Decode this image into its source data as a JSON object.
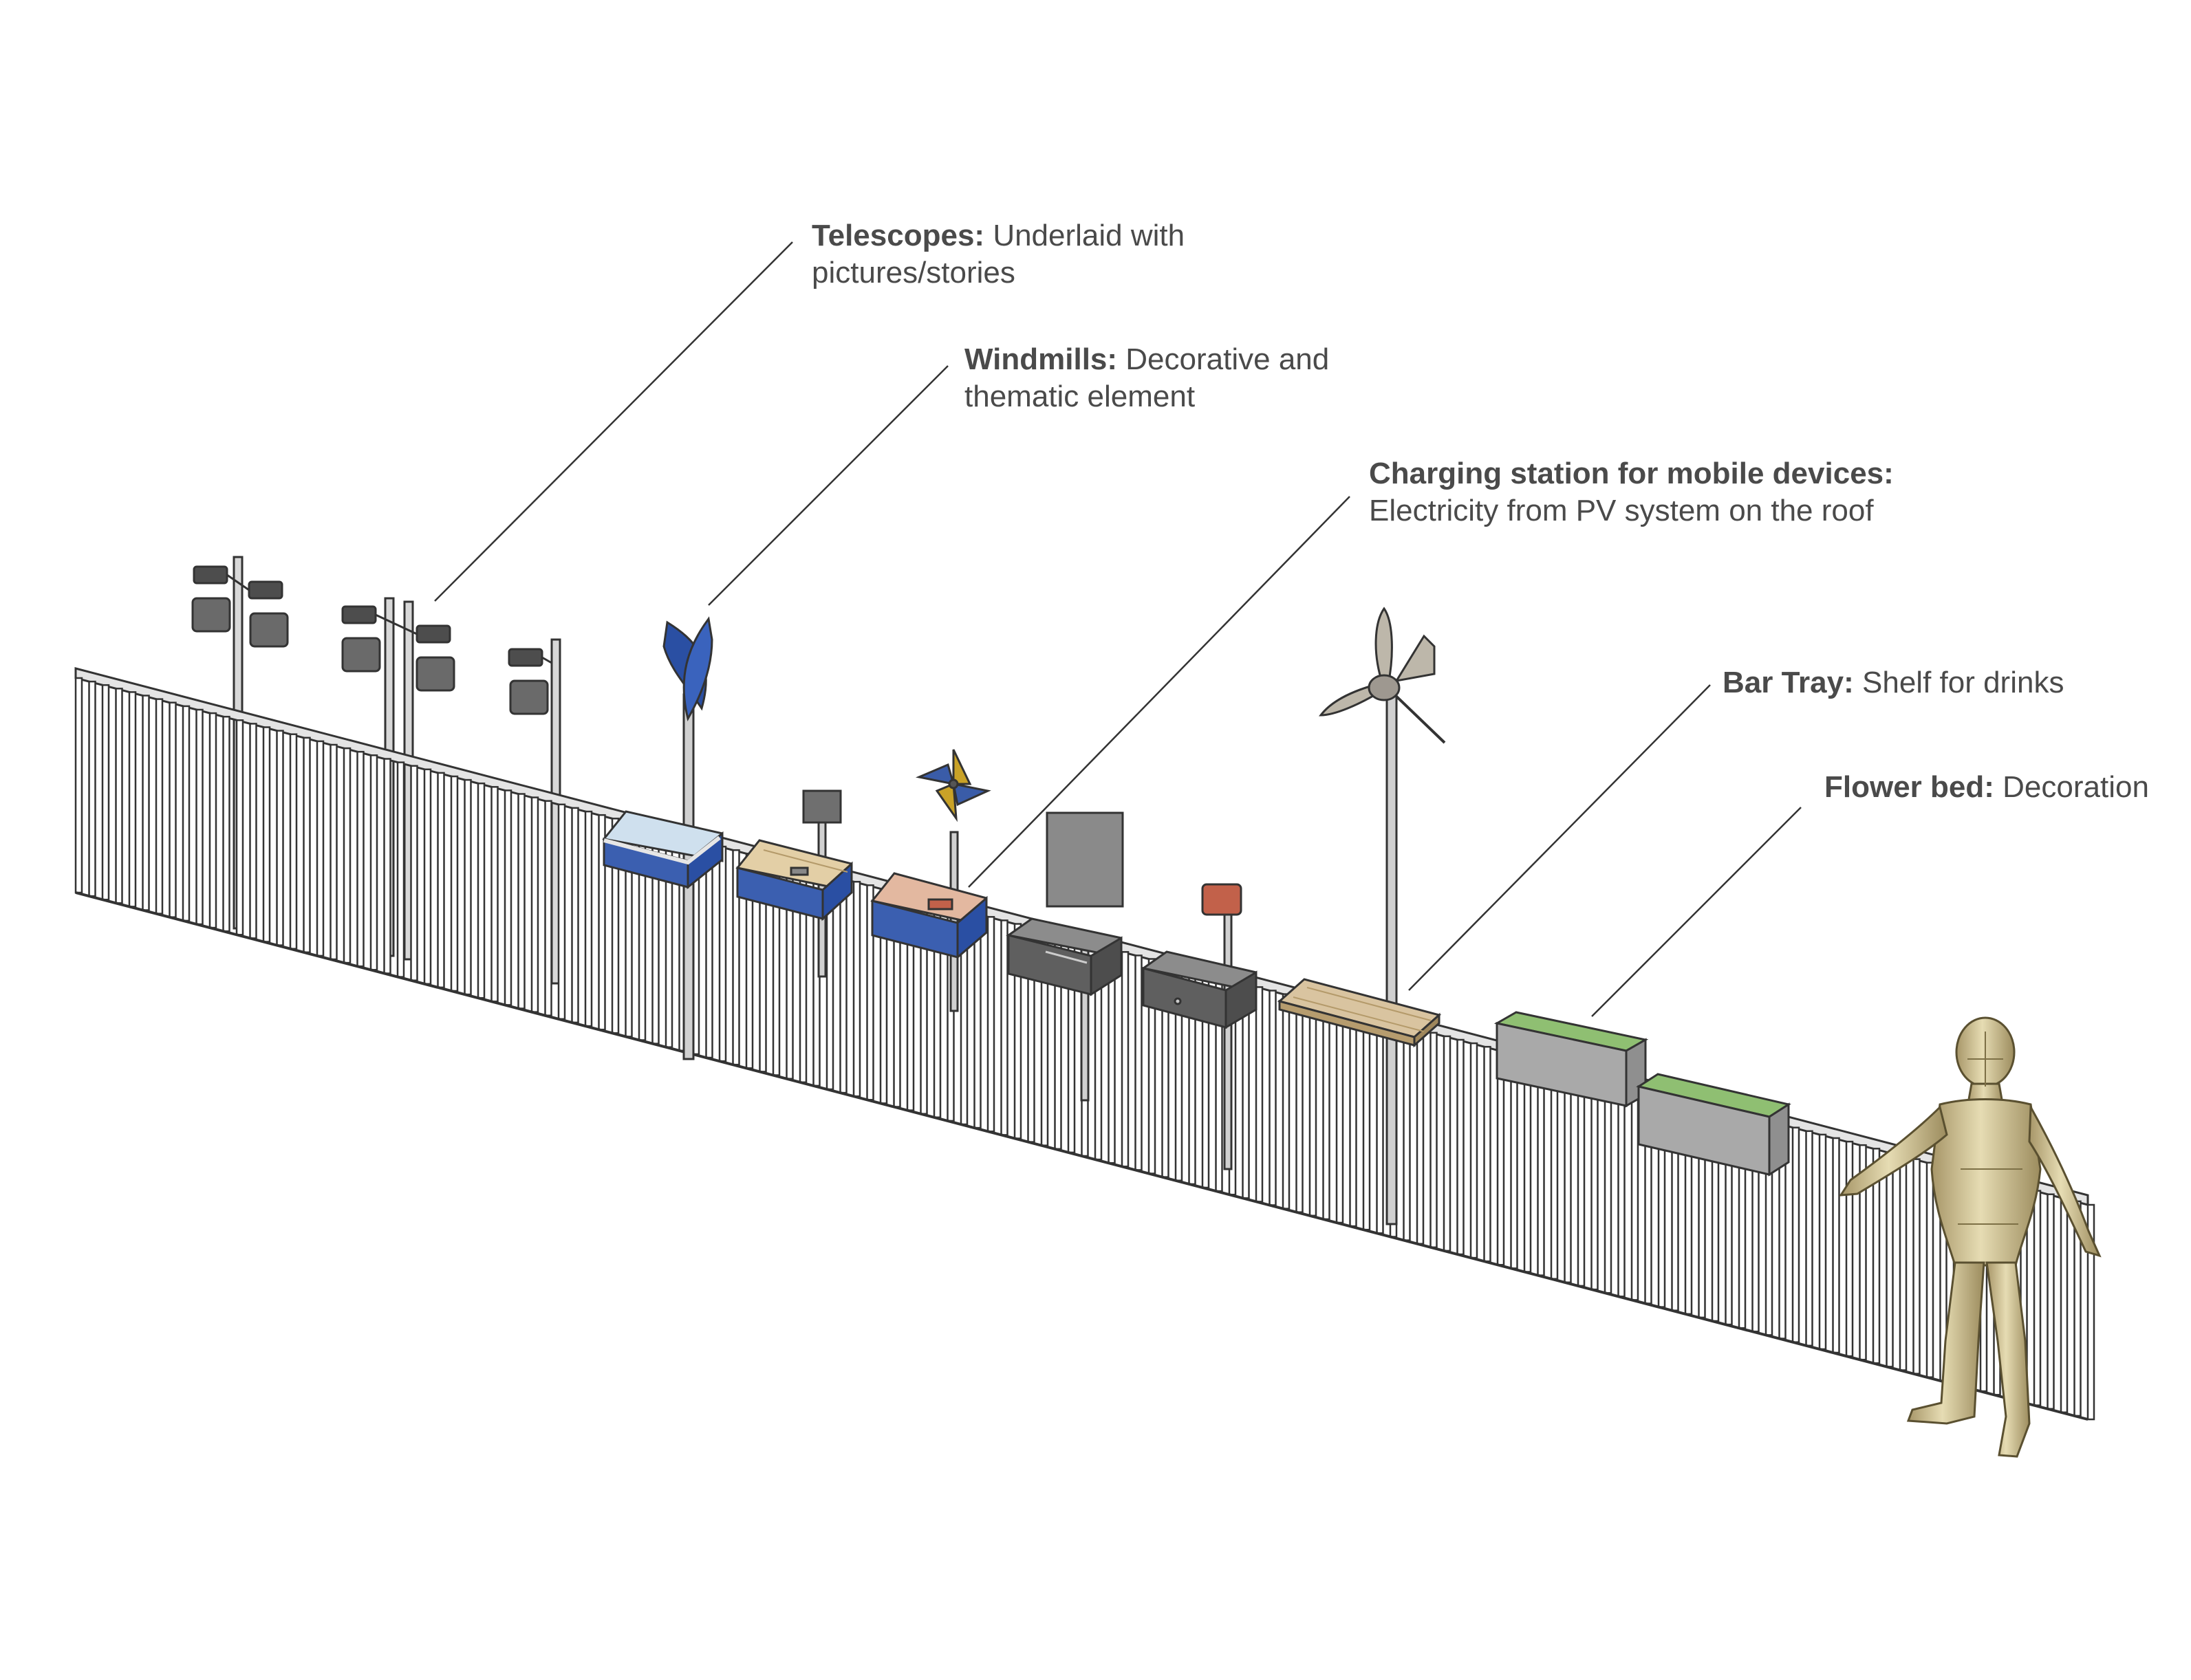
{
  "labels": {
    "telescopes": {
      "title": "Telescopes:",
      "text": "Underlaid with",
      "text2": "pictures/stories"
    },
    "windmills": {
      "title": "Windmills:",
      "text": "Decorative and",
      "text2": "thematic element"
    },
    "charging": {
      "title": "Charging station for mobile devices:",
      "text2": "Electricity from PV system on the roof"
    },
    "bar_tray": {
      "title": "Bar Tray:",
      "text": "Shelf for drinks"
    },
    "flower_bed": {
      "title": "Flower bed:",
      "text": "Decoration"
    }
  },
  "colors": {
    "stroke": "#333333",
    "fence_fill": "#ffffff",
    "blue_box": "#2a4fa3",
    "dark_box": "#5f5f5f",
    "wood": "#d9c4a0",
    "planter": "#a9a9a9",
    "greenery": "#8fbf72",
    "figure": "#cbbb84",
    "pinwheel_yellow": "#c9a227",
    "pinwheel_blue": "#3a5ca8",
    "turbine": "#bdb7aa",
    "sign_red": "#c2614a"
  }
}
